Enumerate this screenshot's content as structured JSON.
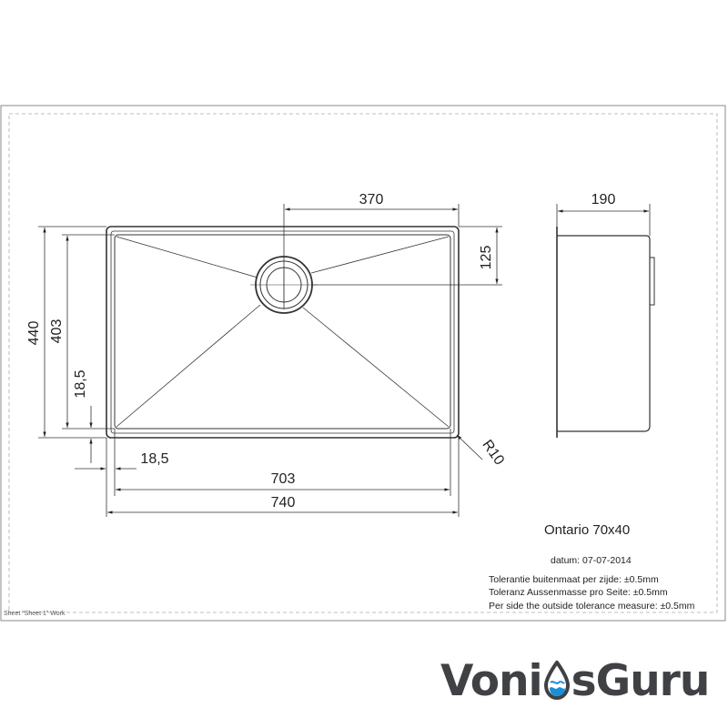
{
  "drawing": {
    "dimensions": {
      "drain_offset_x": "370",
      "drain_offset_y": "125",
      "side_depth": "190",
      "outer_height": "440",
      "inner_height": "403",
      "margin_vertical": "18,5",
      "margin_horizontal": "18,5",
      "inner_width": "703",
      "outer_width": "740",
      "corner_radius": "R10"
    }
  },
  "info": {
    "title": "Ontario 70x40",
    "date": "datum: 07-07-2014",
    "tolerance_nl": "Tolerantie buitenmaat per zijde: ±0.5mm",
    "tolerance_de": "Toleranz Aussenmasse pro Seite: ±0.5mm",
    "tolerance_en": "Per side the outside tolerance measure: ±0.5mm"
  },
  "sheet_label": "Sheet \"Sheet 1\" Work",
  "brand": {
    "part1": "Voni",
    "part2": "sGuru",
    "logo_icon": "water-drop-icon",
    "colors": {
      "text": "#3f4144",
      "accent": "#1a8fd8"
    }
  }
}
